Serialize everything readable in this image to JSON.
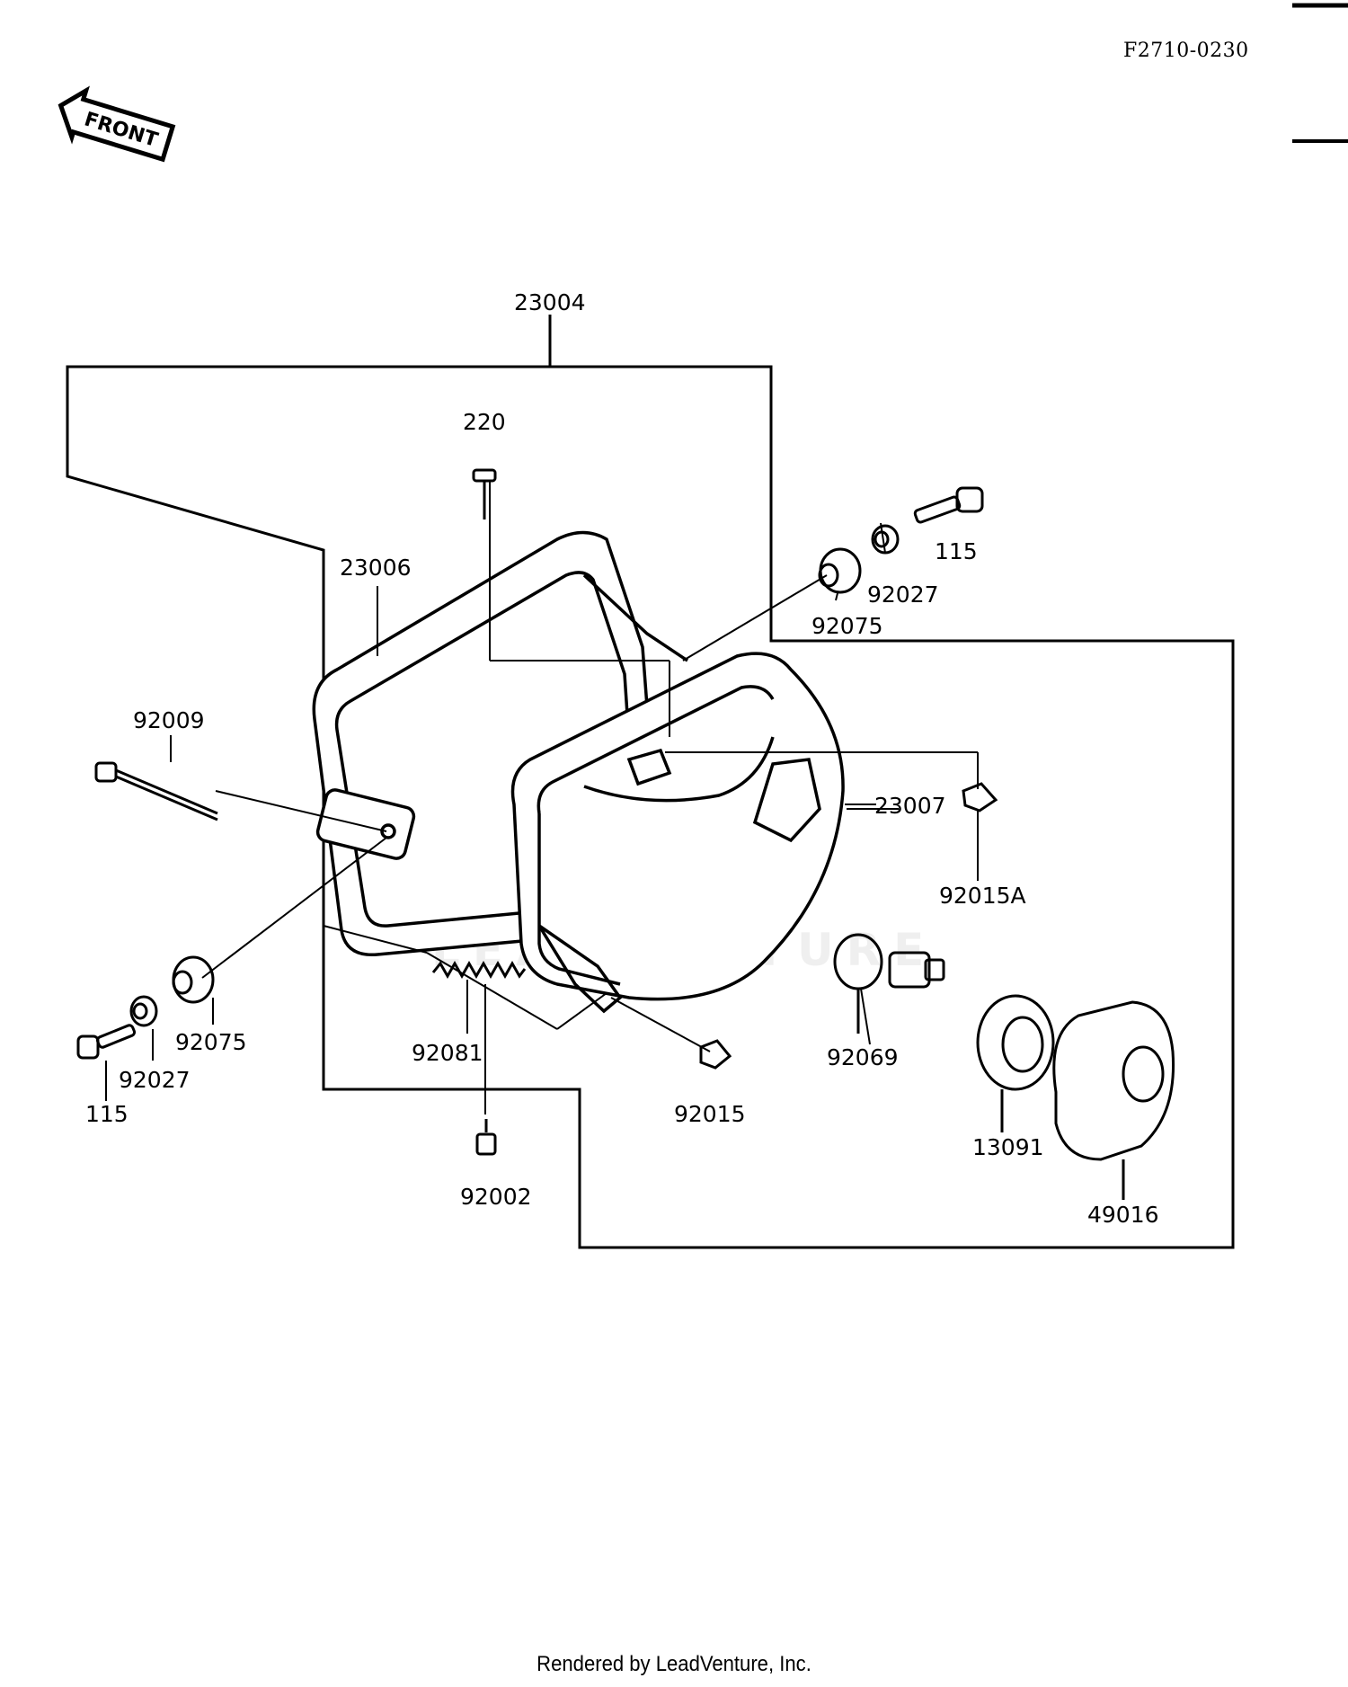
{
  "diagram_code": "F2710-0230",
  "front_label": "FRONT",
  "footer": "Rendered by LeadVenture, Inc.",
  "watermark": "LEADVENTURE",
  "parts": {
    "assembly_23004": "23004",
    "screw_220": "220",
    "rim_23006": "23006",
    "bolt_115_right": "115",
    "collar_92027_right": "92027",
    "grommet_92075_right": "92075",
    "rod_92009": "92009",
    "unit_23007": "23007",
    "nut_92015a": "92015A",
    "grommet_92075_left": "92075",
    "collar_92027_left": "92027",
    "bolt_115_left": "115",
    "spring_92081": "92081",
    "nut_92015": "92015",
    "bulb_92069": "92069",
    "socket_13091": "13091",
    "cover_49016": "49016",
    "screw_92002": "92002"
  }
}
